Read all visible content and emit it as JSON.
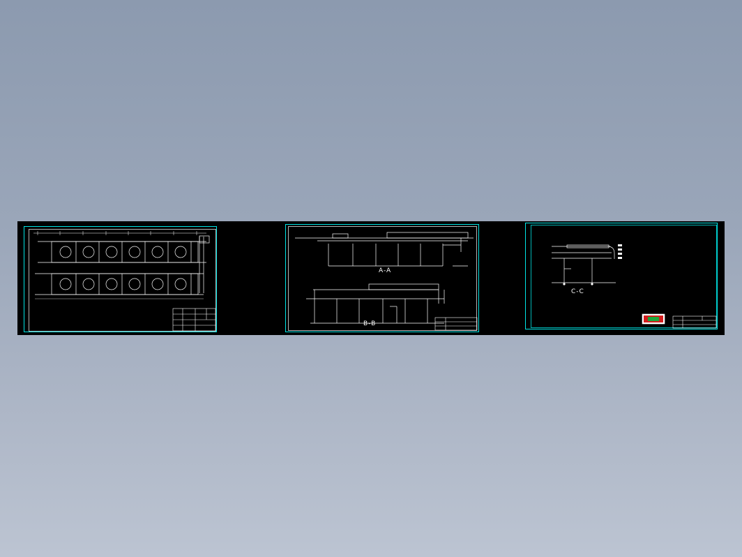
{
  "views": {
    "section_aa": "A-A",
    "section_bb": "B-B",
    "section_cc": "C-C"
  },
  "colors": {
    "background_top": "#8c9aaf",
    "background_bottom": "#bcc4d2",
    "viewport": "#000000",
    "sheet_border": "#00e5e5",
    "linework": "#ffffff",
    "logo_red": "#d21e1e",
    "logo_green": "#1ea83c"
  }
}
